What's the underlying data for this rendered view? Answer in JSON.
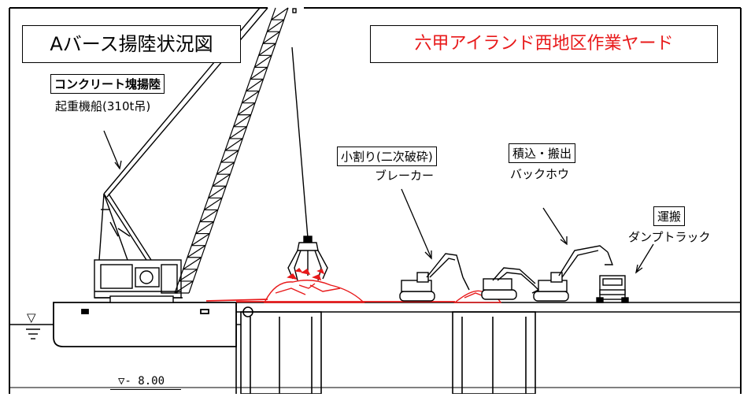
{
  "diagram": {
    "title": "Aバース揚陸状況図",
    "site_name": "六甲アイランド西地区作業ヤード",
    "labels": {
      "crane_task": "コンクリート塊揚陸",
      "crane_name": "起重機船(310t吊)",
      "breaker_task": "小割り(二次破砕)",
      "breaker_name": "ブレーカー",
      "loading_task": "積込・搬出",
      "loading_name": "バックホウ",
      "transport_task": "運搬",
      "transport_name": "ダンプトラック"
    },
    "depth_label": "▽- 8.00",
    "water_symbol": "▽",
    "colors": {
      "line": "#000000",
      "site_name_text": "#e8191a",
      "debris": "#e8191a",
      "background": "#ffffff"
    }
  }
}
